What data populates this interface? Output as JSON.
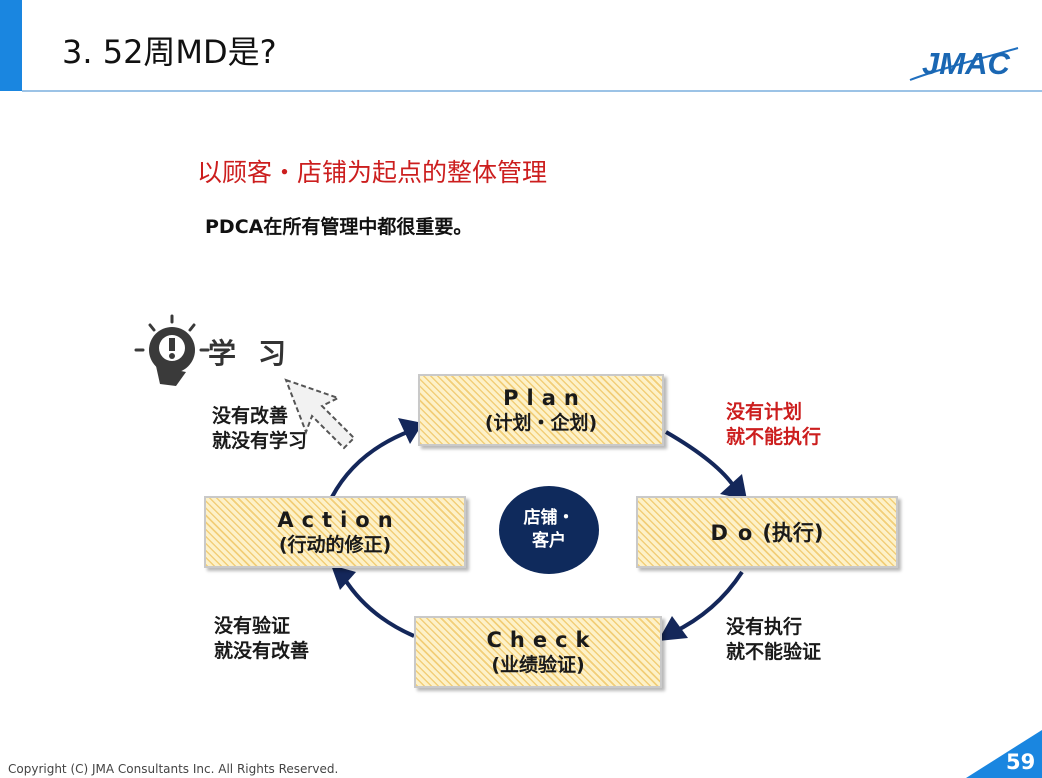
{
  "header": {
    "title": "3. 52周MD是?",
    "logo_text": "JMAC",
    "accent_color": "#1a86e0"
  },
  "content": {
    "subtitle": "以顾客・店铺为起点的整体管理",
    "lead": "PDCA在所有管理中都很重要。"
  },
  "diagram": {
    "learn_label": "学习",
    "center": {
      "line1": "店铺・",
      "line2": "客户"
    },
    "plan": {
      "en": "Plan",
      "cn": "(计划・企划)"
    },
    "do": {
      "en": "Do",
      "cn": "(执行)"
    },
    "check": {
      "en": "Check",
      "cn": "(业绩验证)"
    },
    "action": {
      "en": "Action",
      "cn": "(行动的修正)"
    },
    "notes": {
      "top_left": [
        "没有改善",
        "就没有学习"
      ],
      "top_right": [
        "没有计划",
        "就不能执行"
      ],
      "bottom_left": [
        "没有验证",
        "就没有改善"
      ],
      "bottom_right": [
        "没有执行",
        "就不能验证"
      ]
    },
    "colors": {
      "arrow": "#14275a",
      "red_text": "#cc1e1e",
      "box_fill": "#fdf1c8",
      "box_hatch": "#e9b237"
    }
  },
  "footer": {
    "copyright": "Copyright (C) JMA Consultants Inc. All Rights Reserved.",
    "page_number": "59"
  }
}
